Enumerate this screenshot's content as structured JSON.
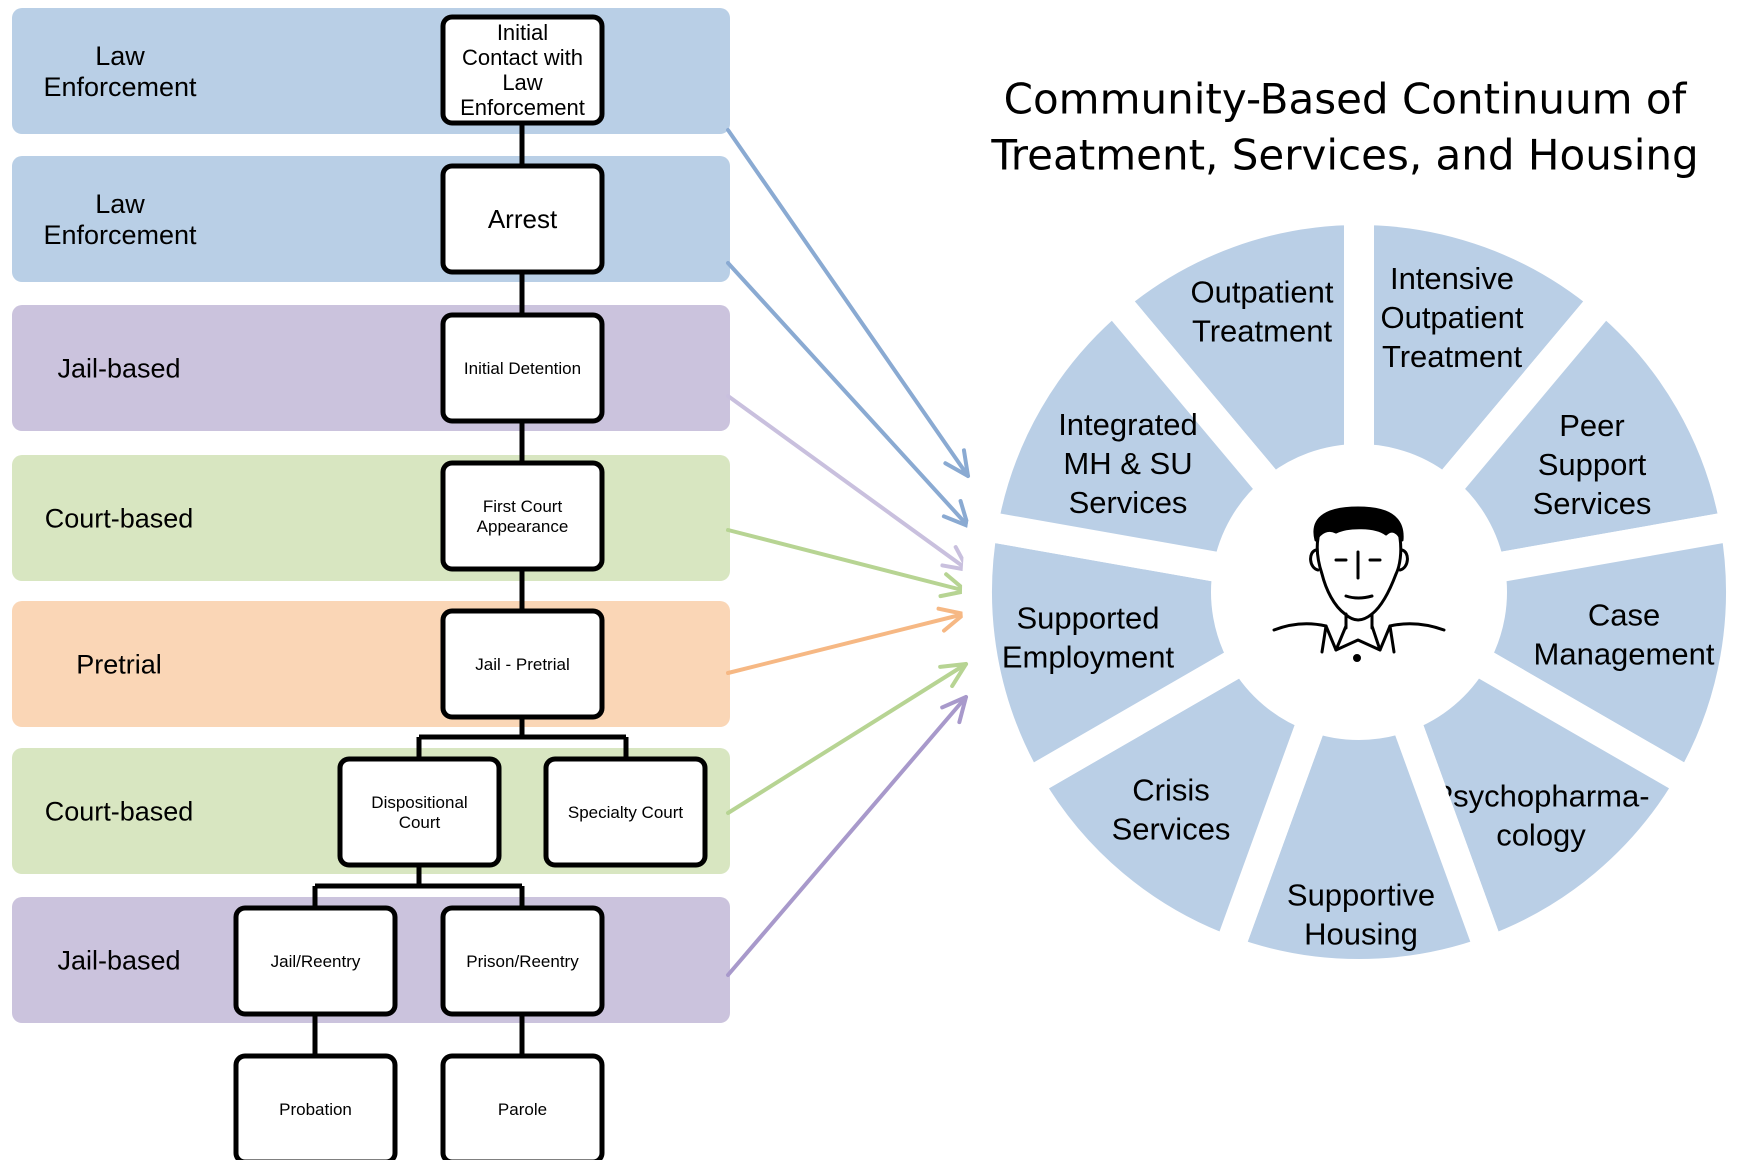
{
  "colors": {
    "law": "#b9cfe6",
    "jail": "#cbc3dd",
    "court": "#d8e6c1",
    "pretrial": "#fad6b6",
    "wedge": "#bacfe6",
    "arrow_blue": "#8aaad2",
    "arrow_lavender": "#c9c0de",
    "arrow_green": "#b7d493",
    "arrow_orange": "#f6b884",
    "arrow_purple": "#a899cb"
  },
  "bands": [
    {
      "label": [
        "Law",
        "Enforcement"
      ],
      "color": "law"
    },
    {
      "label": [
        "Law",
        "Enforcement"
      ],
      "color": "law"
    },
    {
      "label": [
        "Jail-based"
      ],
      "color": "jail"
    },
    {
      "label": [
        "Court-based"
      ],
      "color": "court"
    },
    {
      "label": [
        "Pretrial"
      ],
      "color": "pretrial"
    },
    {
      "label": [
        "Court-based"
      ],
      "color": "court"
    },
    {
      "label": [
        "Jail-based"
      ],
      "color": "jail"
    }
  ],
  "nodes": {
    "initial_contact": [
      "Initial",
      "Contact with",
      "Law",
      "Enforcement"
    ],
    "arrest": [
      "Arrest"
    ],
    "initial_detention": [
      "Initial Detention"
    ],
    "first_court": [
      "First Court",
      "Appearance"
    ],
    "jail_pretrial": [
      "Jail - Pretrial"
    ],
    "dispositional_court": [
      "Dispositional",
      "Court"
    ],
    "specialty_court": [
      "Specialty Court"
    ],
    "jail_reentry": [
      "Jail/Reentry"
    ],
    "prison_reentry": [
      "Prison/Reentry"
    ],
    "probation": [
      "Probation"
    ],
    "parole": [
      "Parole"
    ]
  },
  "wheel": {
    "title": [
      "Community-Based Continuum of",
      "Treatment, Services, and Housing"
    ],
    "center_icon": "person-icon",
    "segments": [
      {
        "label": [
          "Outpatient",
          "Treatment"
        ]
      },
      {
        "label": [
          "Intensive",
          "Outpatient",
          "Treatment"
        ]
      },
      {
        "label": [
          "Peer",
          "Support",
          "Services"
        ]
      },
      {
        "label": [
          "Case",
          "Management"
        ]
      },
      {
        "label": [
          "Psychopharma-",
          "cology"
        ]
      },
      {
        "label": [
          "Supportive",
          "Housing"
        ]
      },
      {
        "label": [
          "Crisis",
          "Services"
        ]
      },
      {
        "label": [
          "Supported",
          "Employment"
        ]
      },
      {
        "label": [
          "Integrated",
          "MH & SU",
          "Services"
        ]
      }
    ]
  }
}
